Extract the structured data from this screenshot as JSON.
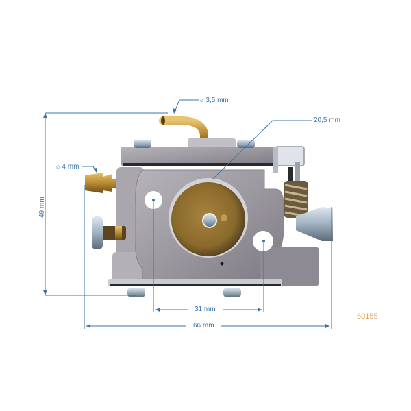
{
  "image": {
    "subject": "Carburetor product photo with dimension annotations",
    "background": "#ffffff",
    "accent_line_color": "#3b74a8",
    "product_code_color": "#e9a24a"
  },
  "annotations": {
    "fuel_inlet_diameter": {
      "symbol": "⌀",
      "value": "3,5 mm"
    },
    "bore_diameter": {
      "value": "20,5 mm"
    },
    "pulse_nipple_diameter": {
      "symbol": "⌀",
      "value": "4 mm"
    },
    "height": {
      "value": "49 mm"
    },
    "mounting_hole_spacing": {
      "value": "31 mm"
    },
    "overall_width": {
      "value": "66 mm"
    }
  },
  "product_code": "60155"
}
